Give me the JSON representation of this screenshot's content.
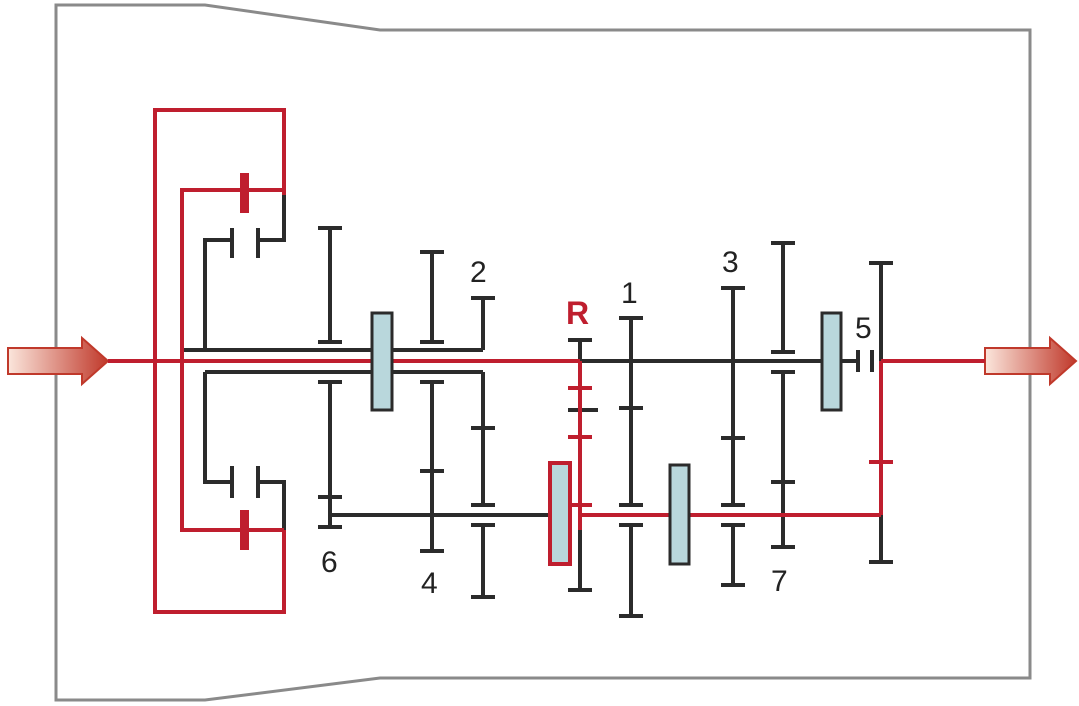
{
  "colors": {
    "housing_stroke": "#8a8a8a",
    "housing_fill": "#ffffff",
    "shaft": "#2b2b2b",
    "power_flow": "#bf1e2e",
    "synchronizer": "#b9d7dc",
    "synchronizer_stroke": "#2b2b2b",
    "label": "#222222",
    "arrow_light": "#f7d4c4",
    "arrow_dark": "#c0392b"
  },
  "arrows": {
    "input": "input-arrow",
    "output": "output-arrow"
  },
  "gear_labels": {
    "gear_1": "1",
    "gear_2": "2",
    "gear_3": "3",
    "gear_4": "4",
    "gear_5": "5",
    "gear_6": "6",
    "gear_7": "7",
    "reverse": "R"
  },
  "active_gear": "R"
}
